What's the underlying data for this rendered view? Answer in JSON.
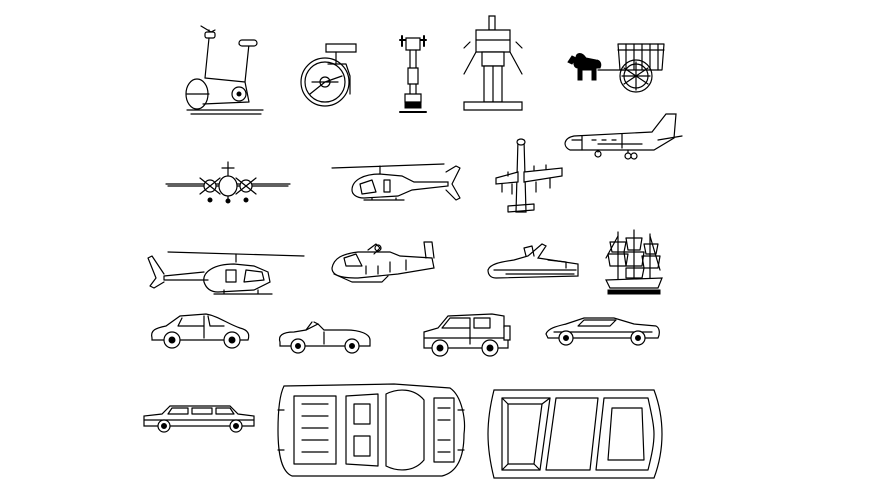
{
  "drawing": {
    "background": "#ffffff",
    "line_color": "#000000",
    "symbols": [
      {
        "id": "exercise-bike",
        "icon": "exercise-bike-icon"
      },
      {
        "id": "caster-wheel",
        "icon": "caster-wheel-icon"
      },
      {
        "id": "gym-machine",
        "icon": "gym-machine-icon"
      },
      {
        "id": "control-tower",
        "icon": "control-tower-icon"
      },
      {
        "id": "horse-cart",
        "icon": "horse-cart-icon"
      },
      {
        "id": "cargo-plane-side",
        "icon": "cargo-plane-side-icon"
      },
      {
        "id": "twin-prop-plane-front",
        "icon": "twin-prop-plane-front-icon"
      },
      {
        "id": "helicopter-small",
        "icon": "helicopter-icon"
      },
      {
        "id": "cargo-plane-top",
        "icon": "cargo-plane-top-icon"
      },
      {
        "id": "helicopter-large",
        "icon": "helicopter-icon"
      },
      {
        "id": "seaplane",
        "icon": "seaplane-icon"
      },
      {
        "id": "jet-ski",
        "icon": "jet-ski-icon"
      },
      {
        "id": "sailing-ship",
        "icon": "sailing-ship-icon"
      },
      {
        "id": "classic-coupe",
        "icon": "car-side-icon"
      },
      {
        "id": "convertible",
        "icon": "convertible-icon"
      },
      {
        "id": "suv",
        "icon": "suv-icon"
      },
      {
        "id": "sports-car",
        "icon": "sports-car-icon"
      },
      {
        "id": "limousine",
        "icon": "limousine-icon"
      },
      {
        "id": "sports-car-top",
        "icon": "car-top-icon"
      },
      {
        "id": "car-top-outline",
        "icon": "car-top-icon"
      }
    ]
  }
}
